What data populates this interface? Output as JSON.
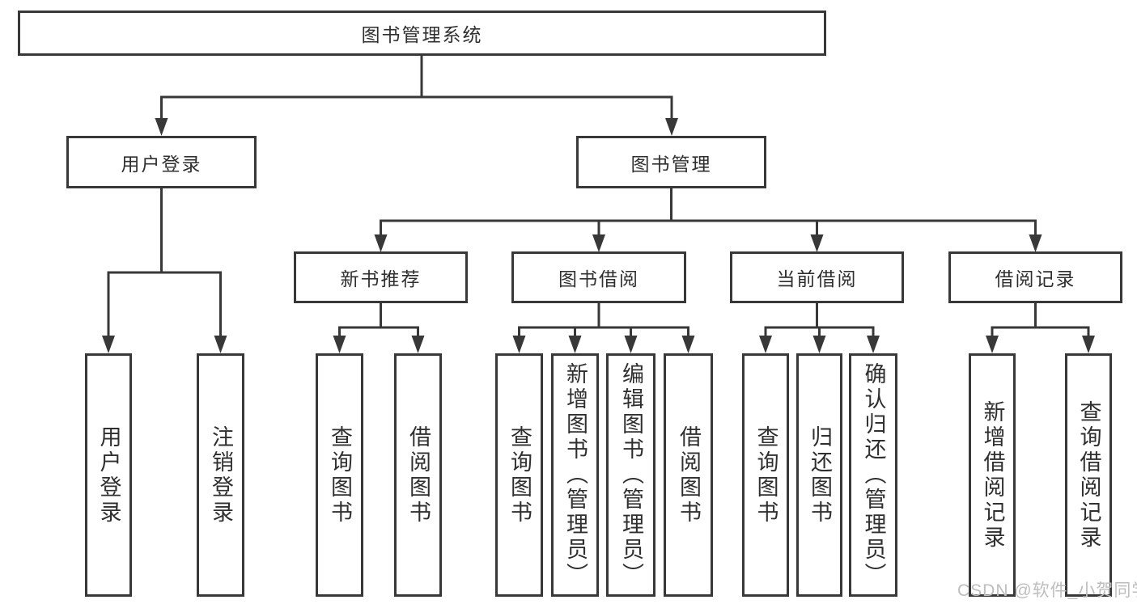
{
  "nodes": {
    "root": "图书管理系统",
    "user_login": "用户登录",
    "book_management": "图书管理",
    "new_book_recommend": "新书推荐",
    "book_borrow": "图书借阅",
    "current_borrow": "当前借阅",
    "borrow_record": "借阅记录",
    "leaf_user_login": "用户登录",
    "leaf_logout": "注销登录",
    "leaf_query_book_a": "查询图书",
    "leaf_borrow_book_a": "借阅图书",
    "leaf_query_book_b": "查询图书",
    "leaf_add_book": "新增图书（管理员）",
    "leaf_edit_book": "编辑图书（管理员）",
    "leaf_borrow_book_b": "借阅图书",
    "leaf_query_book_c": "查询图书",
    "leaf_return_book": "归还图书",
    "leaf_confirm_return": "确认归还（管理员）",
    "leaf_add_borrow_record": "新增借阅记录",
    "leaf_query_borrow_record": "查询借阅记录"
  },
  "watermark": "CSDN @软件_小贺同学",
  "colors": {
    "line": "#383838",
    "text": "#2f2f2f",
    "box_background": "#ffffff",
    "page_background": "#ffffff",
    "watermark": "#bdbdbd"
  }
}
